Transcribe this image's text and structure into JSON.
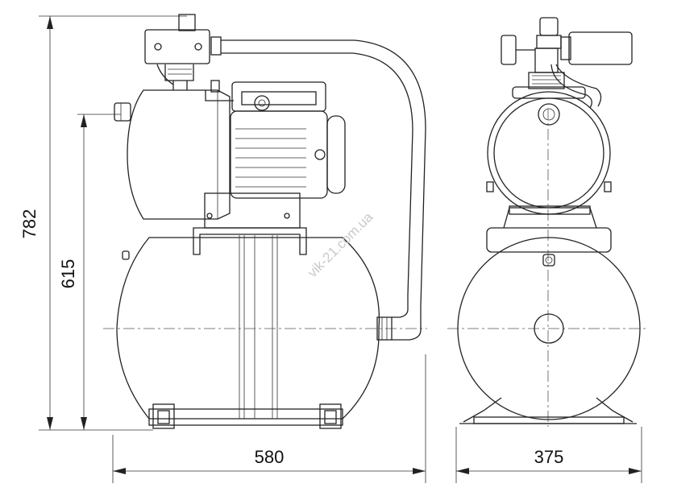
{
  "dimensions": {
    "height_total": "782",
    "height_outlet": "615",
    "width_side": "580",
    "width_front": "375"
  },
  "watermark": "vik-21.com.ua",
  "colors": {
    "line": "#222222",
    "background": "#ffffff",
    "watermark": "#c9c9c9"
  }
}
